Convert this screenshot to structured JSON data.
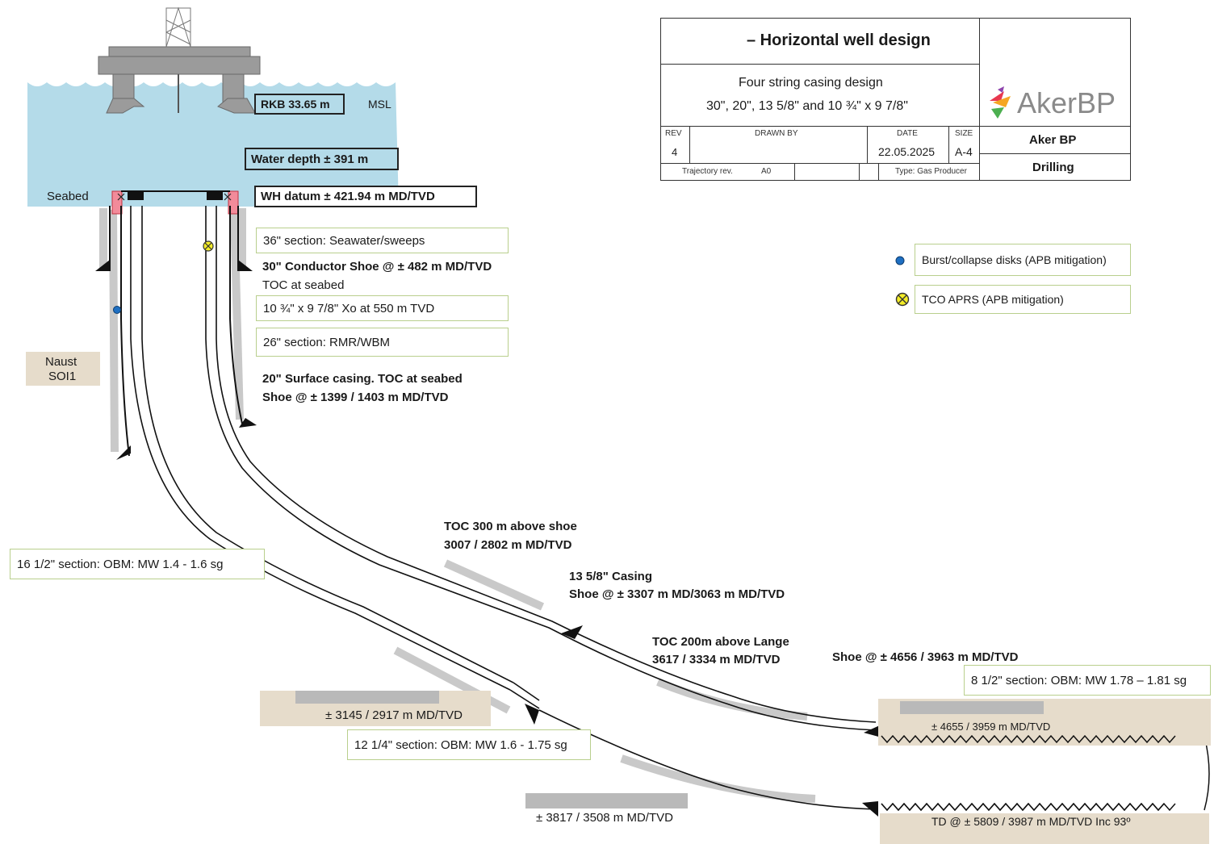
{
  "surface": {
    "rkb": "RKB 33.65 m",
    "msl": "MSL",
    "water_depth": "Water depth ± 391 m",
    "seabed": "Seabed",
    "wh_datum": "WH datum ± 421.94 m MD/TVD"
  },
  "formation": {
    "line1": "Naust",
    "line2": "SOI1"
  },
  "annotations": {
    "sec36": "36\" section: Seawater/sweeps",
    "conductor_shoe": "30\" Conductor Shoe @ ± 482 m MD/TVD",
    "toc_seabed": "TOC at seabed",
    "xo": "10 ¾\" x 9 7/8\" Xo at 550 m TVD",
    "sec26": "26\" section: RMR/WBM",
    "surface_casing_1": "20\" Surface casing. TOC at seabed",
    "surface_casing_2": "Shoe @ ± 1399 / 1403 m MD/TVD",
    "sec16": "16 1/2\" section: OBM: MW 1.4 - 1.6 sg",
    "toc300_1": "TOC 300 m above shoe",
    "toc300_2": "3007 / 2802 m MD/TVD",
    "casing1358_1": "13 5/8\" Casing",
    "casing1358_2": "Shoe @ ± 3307 m MD/3063  m MD/TVD",
    "toc200_1": "TOC 200m above Lange",
    "toc200_2": "3617 / 3334 m MD/TVD",
    "shoe_4656": "Shoe @ ± 4656 / 3963 m MD/TVD",
    "sec812": "8 1/2\" section: OBM: MW 1.78 – 1.81 sg",
    "depth_3145": "± 3145 / 2917 m MD/TVD",
    "sec1214": "12 1/4\" section: OBM: MW 1.6 - 1.75 sg",
    "depth_4655": "± 4655 / 3959 m MD/TVD",
    "depth_3817": "± 3817 / 3508 m MD/TVD",
    "td": "TD @ ± 5809 / 3987 m MD/TVD Inc 93º"
  },
  "title_block": {
    "title": "– Horizontal well design",
    "subtitle1": "Four string casing design",
    "subtitle2": "30\", 20\", 13 5/8\" and 10 ¾\" x 9 7/8\"",
    "rev_label": "REV",
    "rev_value": "4",
    "drawn_by_label": "DRAWN BY",
    "date_label": "DATE",
    "date_value": "22.05.2025",
    "size_label": "SIZE",
    "size_value": "A-4",
    "trajectory_label": "Trajectory rev.",
    "trajectory_value": "A0",
    "type_label": "Type: Gas Producer",
    "logo_text": "AkerBP",
    "company": "Aker BP",
    "department": "Drilling"
  },
  "legend": {
    "burst": "Burst/collapse disks (APB mitigation)",
    "tco": "TCO APRS (APB mitigation)"
  },
  "colors": {
    "sea": "#b4dbe9",
    "logo_red": "#e8384f",
    "logo_orange": "#f5a623",
    "logo_green": "#4caf50",
    "logo_purple": "#8e44ad",
    "logo_text": "#8a8a8a",
    "disk_blue": "#1e6fc2",
    "aprs_yellow": "#f3ec27"
  }
}
